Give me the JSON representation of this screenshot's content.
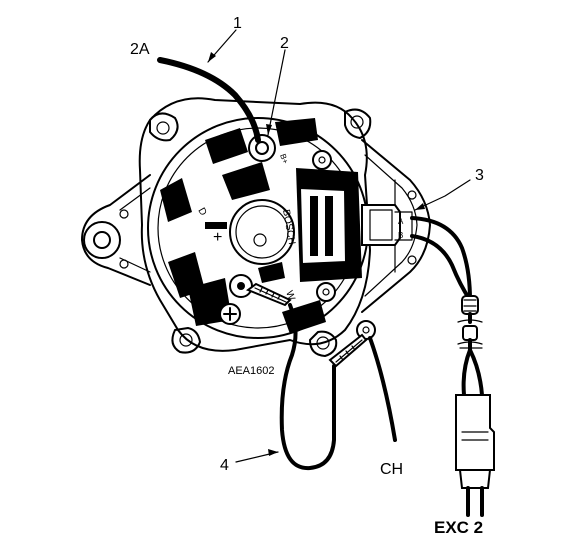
{
  "labels": {
    "callout_1": "1",
    "callout_2A": "2A",
    "callout_2": "2",
    "callout_3": "3",
    "callout_4": "4",
    "ch": "CH",
    "exc": "EXC 2",
    "figure_code": "AEA1602"
  },
  "markings": {
    "brand": "BOSCH",
    "terminal_b_plus": "B+",
    "terminal_d": "D",
    "terminal_w": "W",
    "plus_sign": "+",
    "connector_a": "A",
    "connector_b": "B"
  }
}
